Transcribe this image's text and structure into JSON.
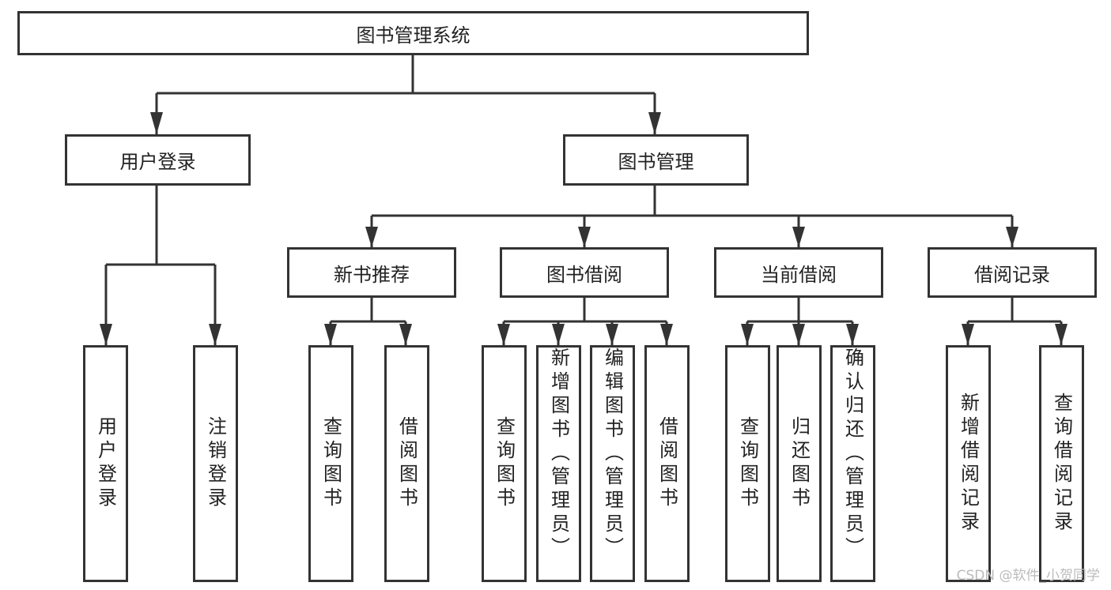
{
  "root": "图书管理系统",
  "level1": [
    "用户登录",
    "图书管理"
  ],
  "user_login_children": [
    "用户登录",
    "注销登录"
  ],
  "book_mgmt_children": [
    "新书推荐",
    "图书借阅",
    "当前借阅",
    "借阅记录"
  ],
  "new_book_children": [
    "查询图书",
    "借阅图书"
  ],
  "borrow_children": [
    "查询图书",
    "新增图书（管理员）",
    "编辑图书（管理员）",
    "借阅图书"
  ],
  "current_children": [
    "查询图书",
    "归还图书",
    "确认归还（管理员）"
  ],
  "record_children": [
    "新增借阅记录",
    "查询借阅记录"
  ],
  "watermark": "CSDN @软件_小贺同学"
}
